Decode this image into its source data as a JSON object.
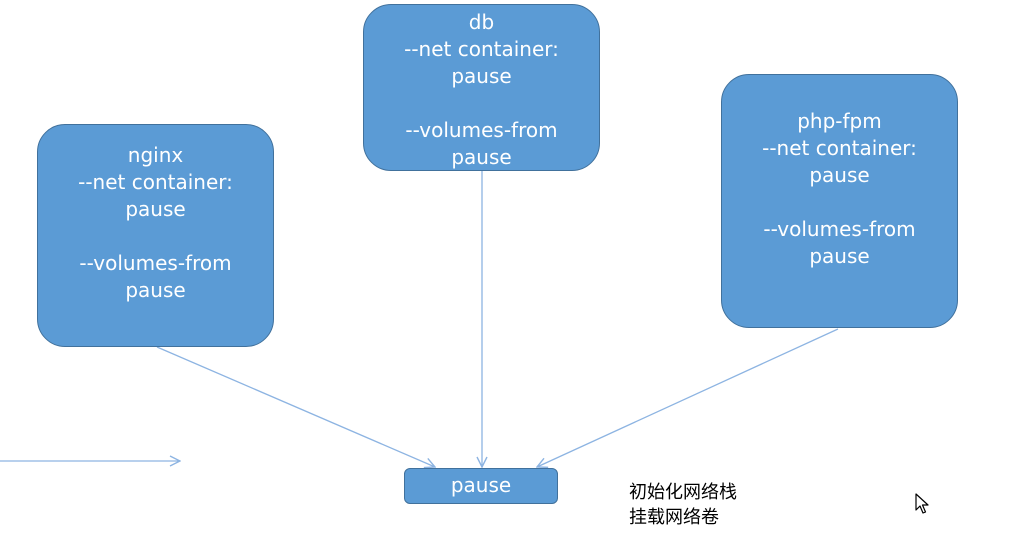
{
  "colors": {
    "box_fill": "#5b9bd5",
    "box_border": "#41719c",
    "arrow": "#8db4e2",
    "box_text": "#ffffff"
  },
  "nodes": {
    "nginx": {
      "lines": [
        "nginx",
        "--net container:",
        "pause",
        "",
        "--volumes-from",
        "pause"
      ]
    },
    "db": {
      "lines": [
        "db",
        "--net container:",
        "pause",
        "",
        "--volumes-from",
        "pause"
      ]
    },
    "php_fpm": {
      "lines": [
        "php-fpm",
        "--net container:",
        "pause",
        "",
        "--volumes-from",
        "pause"
      ]
    },
    "pause": {
      "label": "pause"
    }
  },
  "notes": [
    "初始化网络栈",
    "挂载网络卷"
  ],
  "edges": [
    {
      "from": "nginx",
      "to": "pause"
    },
    {
      "from": "db",
      "to": "pause"
    },
    {
      "from": "php-fpm",
      "to": "pause"
    }
  ],
  "cursor_icon": "mouse-pointer-icon"
}
